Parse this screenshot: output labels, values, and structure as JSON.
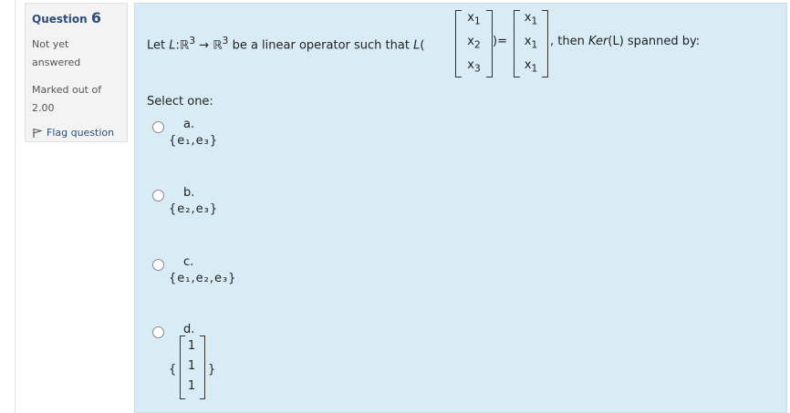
{
  "info": {
    "question_label": "Question",
    "question_number": "6",
    "state_line1": "Not yet",
    "state_line2": "answered",
    "grade_line1": "Marked out of",
    "grade_line2": "2.00",
    "flag_label": "Flag question"
  },
  "question": {
    "part1": "Let ",
    "op": "L",
    "colon": ":",
    "r1": "ℝ",
    "exp1": "3",
    "arrow": " → ",
    "r2": "ℝ",
    "exp2": "3",
    "part2": " be a linear operator such that ",
    "op2": "L",
    "paren_open": "(",
    "paren_close": ")",
    "equals": "=",
    "lhs": [
      "x",
      "x",
      "x"
    ],
    "lhs_sub": [
      "1",
      "2",
      "3"
    ],
    "rhs": [
      "x",
      "x",
      "x"
    ],
    "rhs_sub": [
      "1",
      "1",
      "1"
    ],
    "comma_then": ", then ",
    "ker": "Ker",
    "ker_paren": "(L)",
    "part3": " spanned by:"
  },
  "prompt": "Select one:",
  "options": [
    {
      "letter": "a.",
      "text": "{e₁,e₃}"
    },
    {
      "letter": "b.",
      "text": "{e₂,e₃}"
    },
    {
      "letter": "c.",
      "text": "{e₁,e₂,e₃}"
    },
    {
      "letter": "d.",
      "vector": [
        "1",
        "1",
        "1"
      ],
      "brace_open": "{",
      "brace_close": "}"
    }
  ]
}
